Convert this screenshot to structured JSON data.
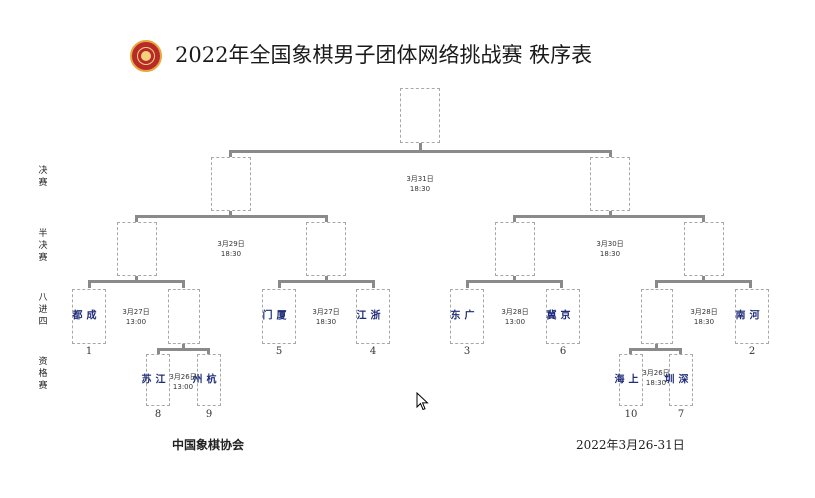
{
  "title": "2022年全国象棋男子团体网络挑战赛 秩序表",
  "colors": {
    "team_text": "#1f2d7a",
    "lines": "#8a8a8a",
    "logo": "#b8292a"
  },
  "rounds": {
    "final": "决赛",
    "semi": "半决赛",
    "quarter": "八进四",
    "qualifier": "资格赛"
  },
  "times": {
    "final": "3月31日\n18:30",
    "semi_left": "3月29日\n18:30",
    "semi_right": "3月30日\n18:30",
    "qf1": "3月27日\n13:00",
    "qf2": "3月27日\n18:30",
    "qf3": "3月28日\n13:00",
    "qf4": "3月28日\n18:30",
    "q_left": "3月26日\n13:00",
    "q_right": "3月26日\n18:30"
  },
  "teams": {
    "chengdu": "成都",
    "jiangsu": "江苏",
    "hangzhou": "杭州",
    "xiamen": "厦门",
    "zhejiang": "浙江",
    "guangdong": "广东",
    "jingji": "京冀",
    "shanghai": "上海",
    "shenzhen": "深圳",
    "henan": "河南"
  },
  "seeds": {
    "chengdu": "1",
    "jiangsu": "8",
    "hangzhou": "9",
    "xiamen": "5",
    "zhejiang": "4",
    "guangdong": "3",
    "jingji": "6",
    "shanghai": "10",
    "shenzhen": "7",
    "henan": "2"
  },
  "footer": {
    "organizer": "中国象棋协会",
    "date": "2022年3月26-31日"
  }
}
